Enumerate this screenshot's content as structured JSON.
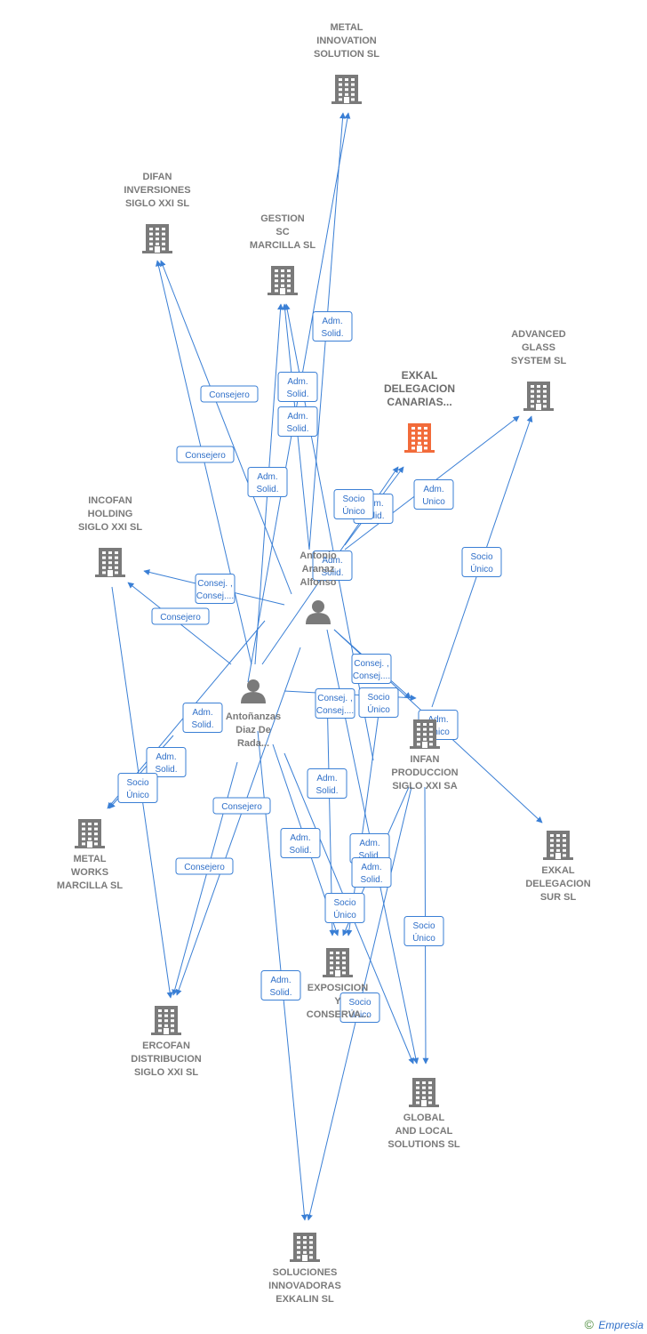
{
  "colors": {
    "edge": "#3a7fd5",
    "company": "#7a7a7a",
    "focus_company": "#f26b3a",
    "person": "#7a7a7a"
  },
  "nodes": [
    {
      "id": "metal_innovation",
      "kind": "company",
      "lines": [
        "METAL",
        "INNOVATION",
        "SOLUTION  SL"
      ]
    },
    {
      "id": "difan",
      "kind": "company",
      "lines": [
        "DIFAN",
        "INVERSIONES",
        "SIGLO XXI  SL"
      ]
    },
    {
      "id": "gestion",
      "kind": "company",
      "lines": [
        "GESTION",
        "SC",
        "MARCILLA  SL"
      ]
    },
    {
      "id": "advanced",
      "kind": "company",
      "lines": [
        "ADVANCED",
        "GLASS",
        "SYSTEM  SL"
      ]
    },
    {
      "id": "exkal_canarias",
      "kind": "focus",
      "lines": [
        "EXKAL",
        "DELEGACION",
        "CANARIAS..."
      ]
    },
    {
      "id": "incofan",
      "kind": "company",
      "lines": [
        "INCOFAN",
        "HOLDING",
        "SIGLO XXI  SL"
      ]
    },
    {
      "id": "antonio",
      "kind": "person",
      "lines": [
        "Antonio",
        "Aranaz",
        "Alfonso"
      ]
    },
    {
      "id": "antonanzas",
      "kind": "person",
      "lines": [
        "Antoñanzas",
        "Diaz De",
        "Rada..."
      ]
    },
    {
      "id": "infan",
      "kind": "company",
      "lines": [
        "INFAN",
        "PRODUCCION",
        "SIGLO XXI SA"
      ]
    },
    {
      "id": "metal_works",
      "kind": "company",
      "lines": [
        "METAL",
        "WORKS",
        "MARCILLA  SL"
      ]
    },
    {
      "id": "exkal_sur",
      "kind": "company",
      "lines": [
        "EXKAL",
        "DELEGACION",
        "SUR SL"
      ]
    },
    {
      "id": "exposicion",
      "kind": "company",
      "lines": [
        "EXPOSICION",
        "Y",
        "CONSERVA..."
      ]
    },
    {
      "id": "ercofan",
      "kind": "company",
      "lines": [
        "ERCOFAN",
        "DISTRIBUCION",
        "SIGLO XXI  SL"
      ]
    },
    {
      "id": "global",
      "kind": "company",
      "lines": [
        "GLOBAL",
        "AND LOCAL",
        "SOLUTIONS  SL"
      ]
    },
    {
      "id": "soluciones",
      "kind": "company",
      "lines": [
        "SOLUCIONES",
        "INNOVADORAS",
        "EXKALIN SL"
      ]
    }
  ],
  "edges": [
    {
      "from": "antonanzas",
      "to": "difan",
      "lines": [
        "Consejero"
      ]
    },
    {
      "from": "antonio",
      "to": "difan",
      "lines": [
        "Consejero"
      ]
    },
    {
      "from": "antonio",
      "to": "metal_innovation",
      "lines": [
        "Adm.",
        "Solid."
      ]
    },
    {
      "from": "antonanzas",
      "to": "metal_innovation",
      "lines": [
        "Adm.",
        "Solid."
      ]
    },
    {
      "from": "antonio",
      "to": "gestion",
      "lines": [
        "Adm.",
        "Solid."
      ]
    },
    {
      "from": "antonanzas",
      "to": "gestion",
      "lines": [
        "Adm.",
        "Solid."
      ]
    },
    {
      "from": "infan",
      "to": "gestion",
      "lines": [
        "Adm.",
        "Solid."
      ]
    },
    {
      "from": "antonio",
      "to": "exkal_canarias",
      "lines": [
        "Adm.",
        "Solid."
      ]
    },
    {
      "from": "antonanzas",
      "to": "exkal_canarias",
      "lines": [
        "Socio",
        "Único"
      ]
    },
    {
      "from": "antonio",
      "to": "advanced",
      "lines": [
        "Adm.",
        "Unico"
      ]
    },
    {
      "from": "infan",
      "to": "advanced",
      "lines": [
        "Socio",
        "Único"
      ]
    },
    {
      "from": "antonio",
      "to": "incofan",
      "lines": [
        "Consej. ,",
        "Consej...."
      ]
    },
    {
      "from": "antonanzas",
      "to": "incofan",
      "lines": [
        "Consejero"
      ]
    },
    {
      "from": "antonio",
      "to": "infan",
      "lines": [
        "Consej. ,",
        "Consej...."
      ]
    },
    {
      "from": "antonanzas",
      "to": "infan",
      "lines": [
        "Consej. ,",
        "Consej...."
      ]
    },
    {
      "from": "antonio",
      "to": "metal_works",
      "lines": [
        "Adm.",
        "Solid."
      ]
    },
    {
      "from": "antonanzas",
      "to": "metal_works",
      "lines": [
        "Adm.",
        "Solid."
      ]
    },
    {
      "from": "incofan",
      "to": "ercofan",
      "lines": [
        "Socio",
        "Único"
      ]
    },
    {
      "from": "antonio",
      "to": "exkal_sur",
      "lines": [
        "Adm.",
        "Unico"
      ]
    },
    {
      "from": "antonio",
      "to": "ercofan",
      "lines": [
        "Consejero"
      ]
    },
    {
      "from": "antonanzas",
      "to": "ercofan",
      "lines": [
        "Consejero"
      ]
    },
    {
      "from": "antonio",
      "to": "exposicion",
      "lines": [
        "Adm.",
        "Solid."
      ]
    },
    {
      "from": "antonanzas",
      "to": "exposicion",
      "lines": [
        "Adm.",
        "Solid."
      ]
    },
    {
      "from": "infan",
      "to": "exposicion",
      "lines": [
        "Socio",
        "Único"
      ]
    },
    {
      "from": "antonio",
      "to": "global",
      "lines": [
        "Adm.",
        "Solid."
      ]
    },
    {
      "from": "antonanzas",
      "to": "global",
      "lines": [
        "Adm.",
        "Solid."
      ]
    },
    {
      "from": "infan",
      "to": "global",
      "lines": [
        "Socio",
        "Único"
      ]
    },
    {
      "from": "antonanzas",
      "to": "soluciones",
      "lines": [
        "Adm.",
        "Solid."
      ]
    },
    {
      "from": "infan",
      "to": "soluciones",
      "lines": [
        "Socio",
        "Único"
      ]
    },
    {
      "from": "antonio",
      "to": "exposicion",
      "lines": [
        "Socio",
        "Único"
      ]
    }
  ],
  "footer": {
    "copyright": "©",
    "brand": "Empresia"
  }
}
